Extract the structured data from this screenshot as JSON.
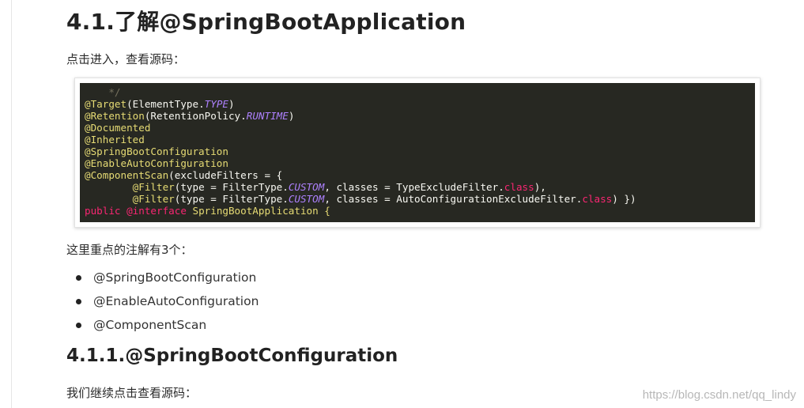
{
  "heading_1": "4.1.了解@SpringBootApplication",
  "paragraph_1": "点击进入，查看源码：",
  "code_lines": [
    {
      "parts": [
        {
          "t": "    */",
          "c": "cmt"
        }
      ]
    },
    {
      "parts": [
        {
          "t": "@Target",
          "c": "ann"
        },
        {
          "t": "(ElementType.",
          "c": "plain"
        },
        {
          "t": "TYPE",
          "c": "const"
        },
        {
          "t": ")",
          "c": "plain"
        }
      ]
    },
    {
      "parts": [
        {
          "t": "@Retention",
          "c": "ann"
        },
        {
          "t": "(RetentionPolicy.",
          "c": "plain"
        },
        {
          "t": "RUNTIME",
          "c": "const"
        },
        {
          "t": ")",
          "c": "plain"
        }
      ]
    },
    {
      "parts": [
        {
          "t": "@Documented",
          "c": "ann"
        }
      ]
    },
    {
      "parts": [
        {
          "t": "@Inherited",
          "c": "ann"
        }
      ]
    },
    {
      "parts": [
        {
          "t": "@SpringBootConfiguration",
          "c": "ann"
        }
      ]
    },
    {
      "parts": [
        {
          "t": "@EnableAutoConfiguration",
          "c": "ann"
        }
      ]
    },
    {
      "parts": [
        {
          "t": "@ComponentScan",
          "c": "ann"
        },
        {
          "t": "(excludeFilters = {",
          "c": "plain"
        }
      ]
    },
    {
      "parts": [
        {
          "t": "        ",
          "c": "plain"
        },
        {
          "t": "@Filter",
          "c": "ann"
        },
        {
          "t": "(type = FilterType.",
          "c": "plain"
        },
        {
          "t": "CUSTOM",
          "c": "const"
        },
        {
          "t": ", classes = TypeExcludeFilter.",
          "c": "plain"
        },
        {
          "t": "class",
          "c": "kw"
        },
        {
          "t": "),",
          "c": "plain"
        }
      ]
    },
    {
      "parts": [
        {
          "t": "        ",
          "c": "plain"
        },
        {
          "t": "@Filter",
          "c": "ann"
        },
        {
          "t": "(type = FilterType.",
          "c": "plain"
        },
        {
          "t": "CUSTOM",
          "c": "const"
        },
        {
          "t": ", classes = AutoConfigurationExcludeFilter.",
          "c": "plain"
        },
        {
          "t": "class",
          "c": "kw"
        },
        {
          "t": ") })",
          "c": "plain"
        }
      ]
    },
    {
      "parts": [
        {
          "t": "public ",
          "c": "kw"
        },
        {
          "t": "@interface ",
          "c": "kw"
        },
        {
          "t": "SpringBootApplication {",
          "c": "ann"
        }
      ]
    }
  ],
  "paragraph_2": "这里重点的注解有3个：",
  "bullet_items": [
    "@SpringBootConfiguration",
    "@EnableAutoConfiguration",
    "@ComponentScan"
  ],
  "heading_2": "4.1.1.@SpringBootConfiguration",
  "paragraph_3": "我们继续点击查看源码：",
  "watermark": "https://blog.csdn.net/qq_lindy",
  "colors": {
    "code_background": "#272822",
    "annotation": "#e6db74",
    "keyword": "#f92672",
    "constant": "#ae81ff",
    "plain": "#f8f8f2",
    "comment": "#75715e"
  }
}
